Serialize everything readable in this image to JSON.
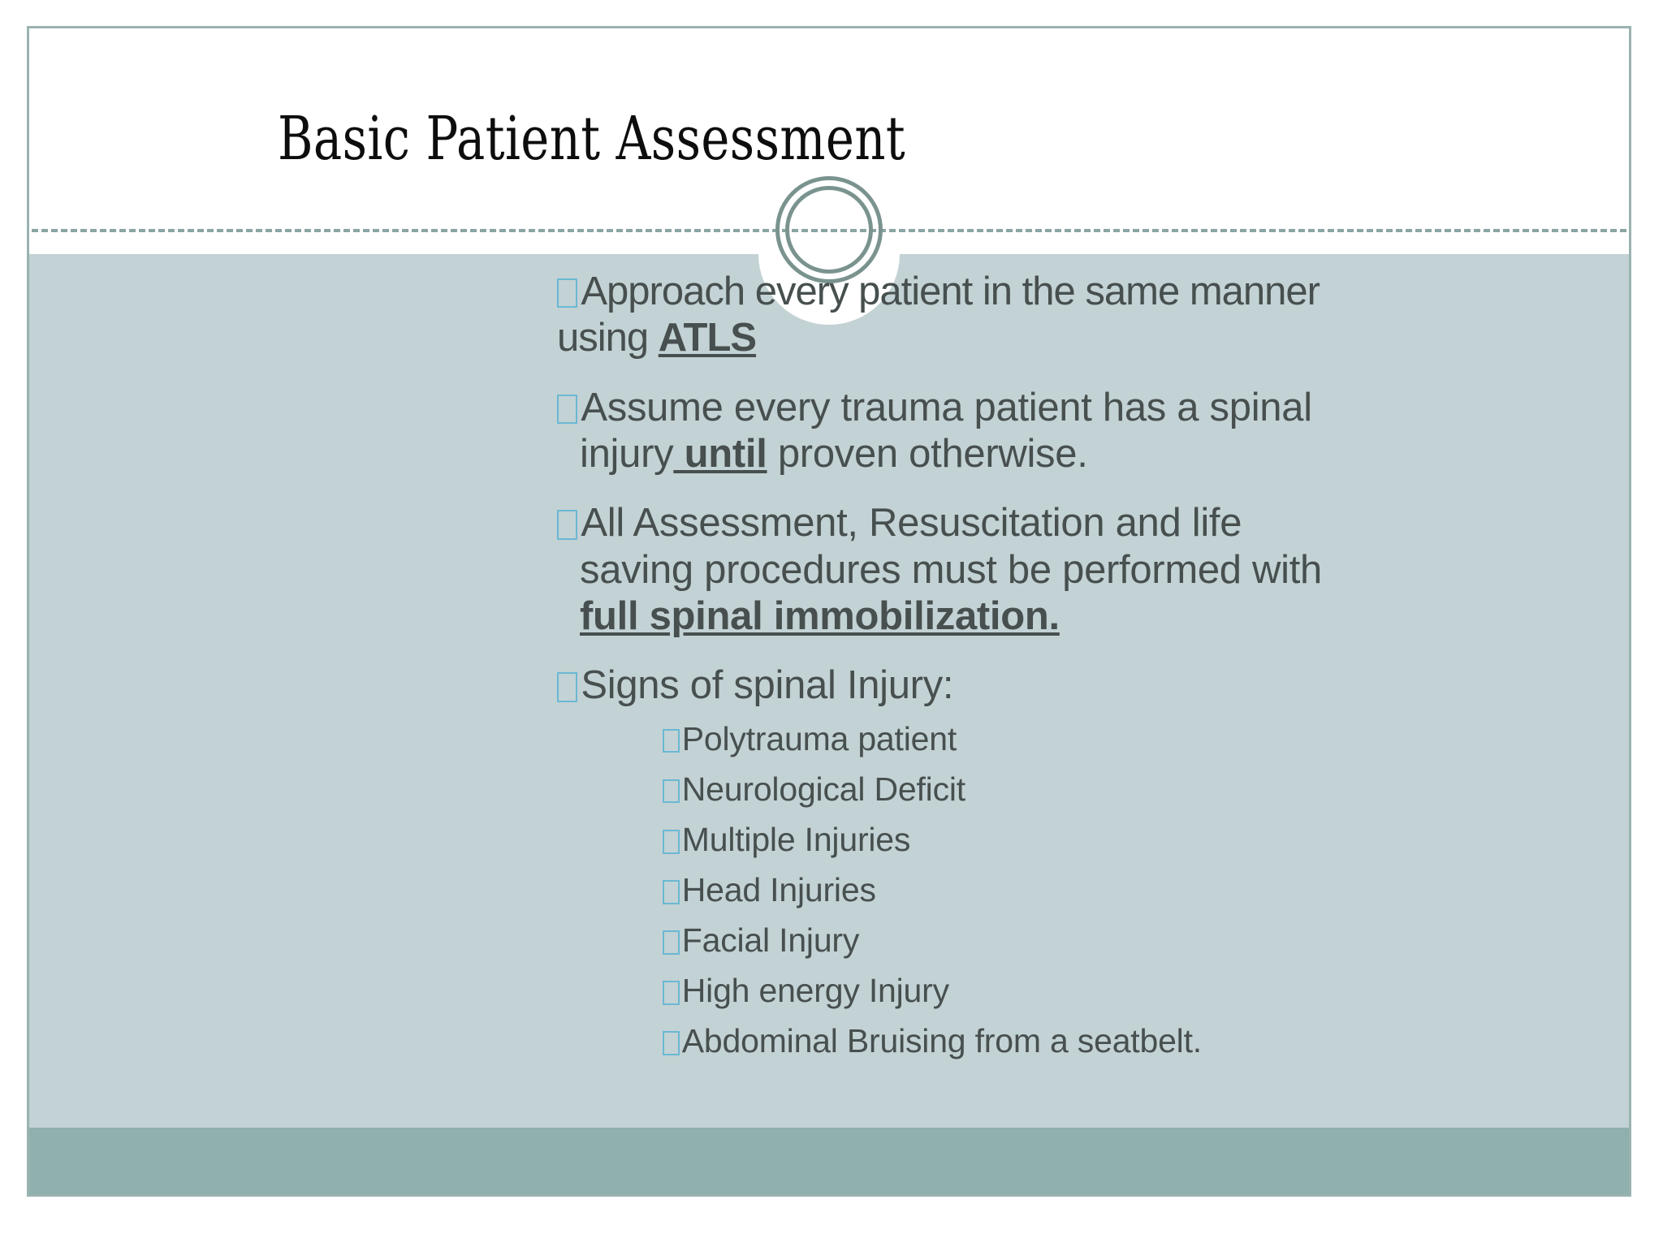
{
  "slide": {
    "title": "Basic Patient Assessment",
    "colors": {
      "body_background": "#c3d2d4",
      "bottom_strip": "#8fb0ad",
      "border": "#9ab3b1",
      "ring": "#7a938f",
      "divider": "#8aa5a3",
      "bullet_box": "#6bb8d4",
      "text": "#474f4f",
      "title_text": "#0d0d0d"
    },
    "bullets": [
      {
        "id": "b1",
        "line1": "Approach every patient in the same manner",
        "line2_prefix": "using ",
        "line2_emphasis": "ATLS",
        "line2_suffix": ""
      },
      {
        "id": "b2",
        "line1": "Assume every trauma patient has a spinal",
        "line2_prefix": "injury",
        "line2_emphasis": " until",
        "line2_suffix": " proven  otherwise."
      },
      {
        "id": "b3",
        "line1": "All Assessment, Resuscitation and life",
        "line2": "saving procedures must be  performed with",
        "line3_emphasis": "full spinal immobilization."
      },
      {
        "id": "b4",
        "line1": "Signs of spinal Injury:"
      }
    ],
    "sub_bullets": [
      "Polytrauma patient",
      "Neurological Deficit",
      "Multiple Injuries",
      "Head Injuries",
      "Facial Injury",
      "High energy Injury",
      "Abdominal Bruising from a seatbelt."
    ]
  }
}
